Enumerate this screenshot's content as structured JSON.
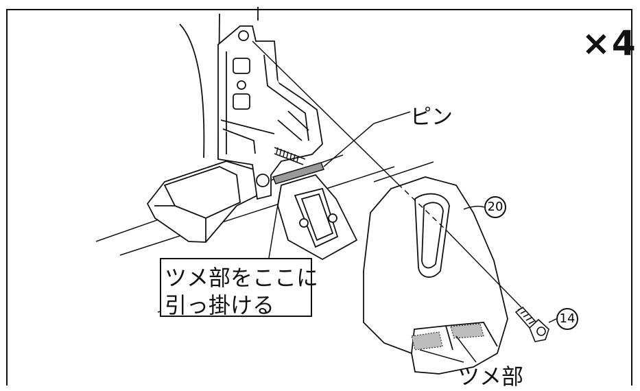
{
  "labels": {
    "multiplier": "×4",
    "pin": "ピン",
    "callout_line1": "ツメ部をここに",
    "callout_line2": "引っ掛ける",
    "claw": "ツメ部",
    "part_20": "20",
    "part_14": "14"
  },
  "colors": {
    "line": "#111111",
    "background": "#ffffff",
    "dotted_highlight": "#bdbdbd",
    "pin_fill": "#9a9a9a"
  }
}
